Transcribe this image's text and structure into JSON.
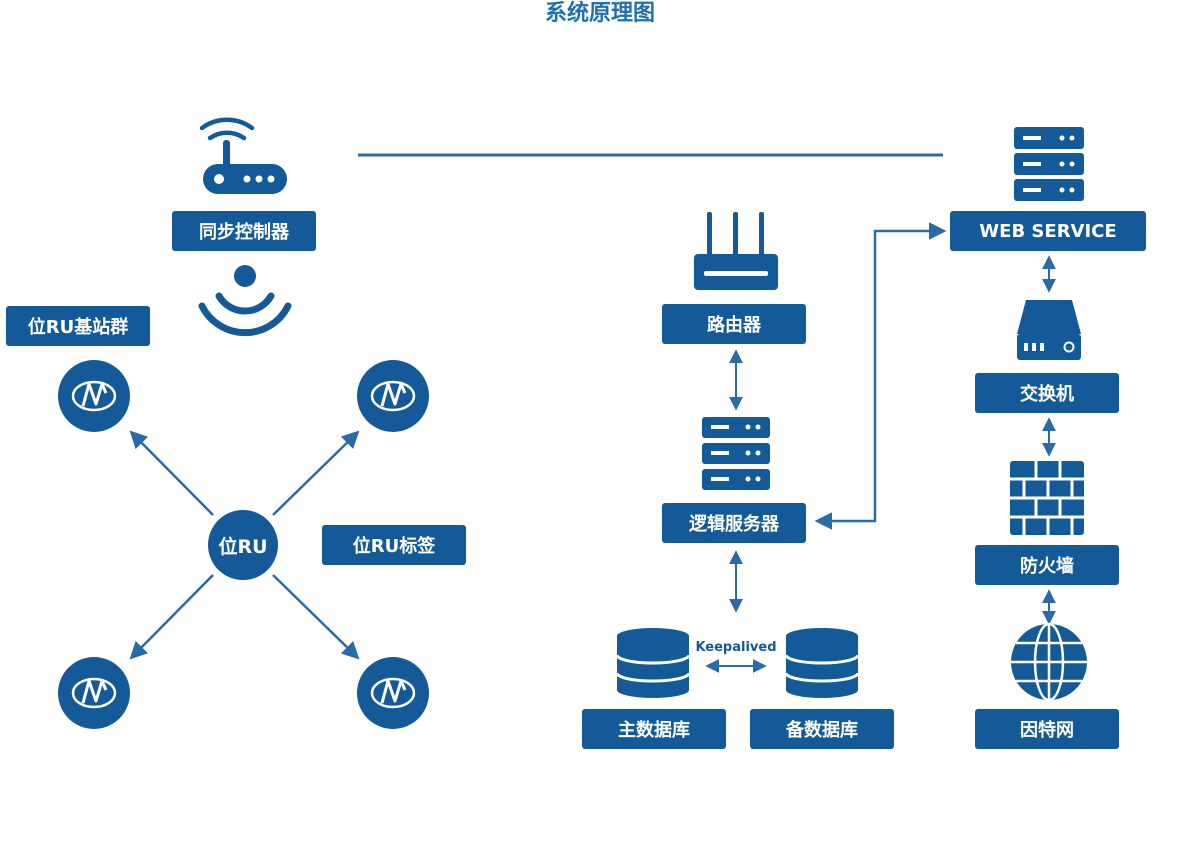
{
  "title": "系统原理图",
  "colors": {
    "primary": "#145a98",
    "title": "#1f6fb3",
    "connector": "#2a6aa6"
  },
  "nodes": {
    "sync_controller": "同步控制器",
    "base_station_group": "位RU基站群",
    "hub": "位RU",
    "tag": "位RU标签",
    "router": "路由器",
    "logic_server": "逻辑服务器",
    "master_db": "主数据库",
    "backup_db": "备数据库",
    "keepalived": "Keepalived",
    "web_service": "WEB SERVICE",
    "switch": "交换机",
    "firewall": "防火墙",
    "internet": "因特网"
  },
  "icons": {
    "wifi_router": "wifi-router-icon",
    "signal_waves": "signal-waves-icon",
    "base_station": "base-station-icon",
    "router": "router-icon",
    "server": "server-icon",
    "database": "database-icon",
    "switch": "switch-icon",
    "firewall": "firewall-icon",
    "globe": "globe-icon"
  }
}
